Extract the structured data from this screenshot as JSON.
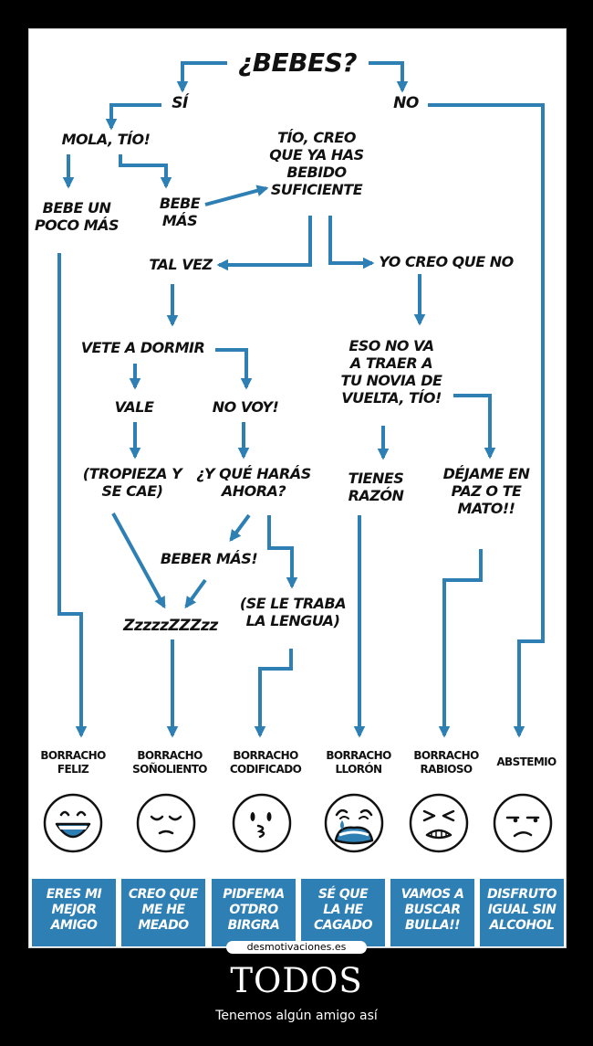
{
  "flowchart": {
    "start": "¿BEBES?",
    "yes": "SÍ",
    "no": "NO",
    "mola": "MOLA, TÍO!",
    "bebe_un_poco": "BEBE UN\nPOCO MÁS",
    "bebe_mas": "BEBE\nMÁS",
    "tio_creo": "TÍO, CREO\nQUE YA HAS\nBEBIDO\nSUFICIENTE",
    "tal_vez": "TAL VEZ",
    "yo_creo": "YO CREO QUE NO",
    "vete": "VETE A DORMIR",
    "eso_no": "ESO NO VA\nA TRAER A\nTU NOVIA DE\nVUELTA, TÍO!",
    "vale": "VALE",
    "no_voy": "NO VOY!",
    "tropieza": "(TROPIEZA Y\nSE CAE)",
    "que_haras": "¿Y QUÉ HARÁS\nAHORA?",
    "tienes_razon": "TIENES\nRAZÓN",
    "dejame": "DÉJAME EN\nPAZ O TE\nMATO!!",
    "beber_mas": "BEBER MÁS!",
    "zzz": "ZzzzzZZZzz",
    "se_le_traba": "(SE LE TRABA\nLA LENGUA)"
  },
  "outcomes": [
    {
      "label": "BORRACHO\nFELIZ",
      "face": "happy-face-icon",
      "quote": "ERES MI\nMEJOR\nAMIGO"
    },
    {
      "label": "BORRACHO\nSOÑOLIENTO",
      "face": "sleepy-face-icon",
      "quote": "CREO QUE\nME HE\nMEADO"
    },
    {
      "label": "BORRACHO\nCODIFICADO",
      "face": "garbled-face-icon",
      "quote": "PIDFEMA\nOTDRO\nBIRGRA"
    },
    {
      "label": "BORRACHO\nLLORÓN",
      "face": "crying-face-icon",
      "quote": "SÉ QUE\nLA HE\nCAGADO"
    },
    {
      "label": "BORRACHO\nRABIOSO",
      "face": "angry-face-icon",
      "quote": "VAMOS A\nBUSCAR\nBULLA!!"
    },
    {
      "label": "ABSTEMIO",
      "face": "unimpressed-face-icon",
      "quote": "DISFRUTO\nIGUAL SIN\nALCOHOL"
    }
  ],
  "colors": {
    "arrow": "#2e7fb4",
    "box": "#2e7fb4"
  },
  "watermark": "desmotivaciones.es",
  "poster": {
    "title": "TODOS",
    "subtitle": "Tenemos algún amigo así"
  }
}
